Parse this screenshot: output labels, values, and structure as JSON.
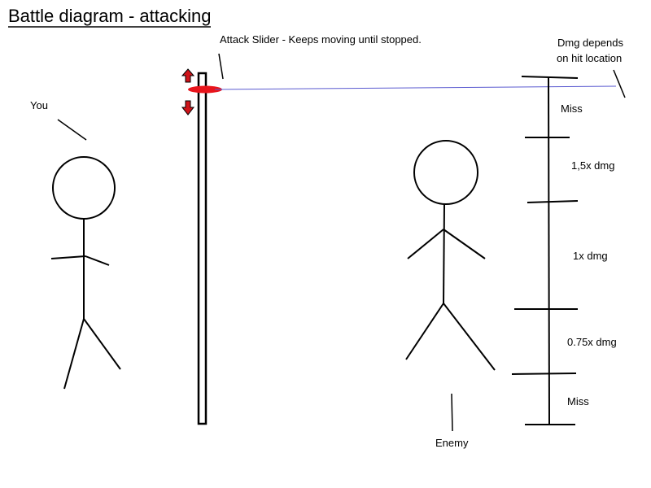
{
  "title": "Battle diagram - attacking",
  "labels": {
    "you": "You",
    "enemy": "Enemy",
    "slider_note": "Attack Slider - Keeps moving until stopped.",
    "dmg_note_line1": "Dmg depends",
    "dmg_note_line2": "on hit location"
  },
  "damage_zones": [
    "Miss",
    "1,5x dmg",
    "1x dmg",
    "0.75x dmg",
    "Miss"
  ],
  "colors": {
    "stroke": "#000000",
    "slider_marker": "#e8141b",
    "arrow_fill": "#d0141a",
    "guide_line": "#5a5ad0"
  },
  "icons": {
    "slider_up": "arrow-up-icon",
    "slider_down": "arrow-down-icon"
  }
}
